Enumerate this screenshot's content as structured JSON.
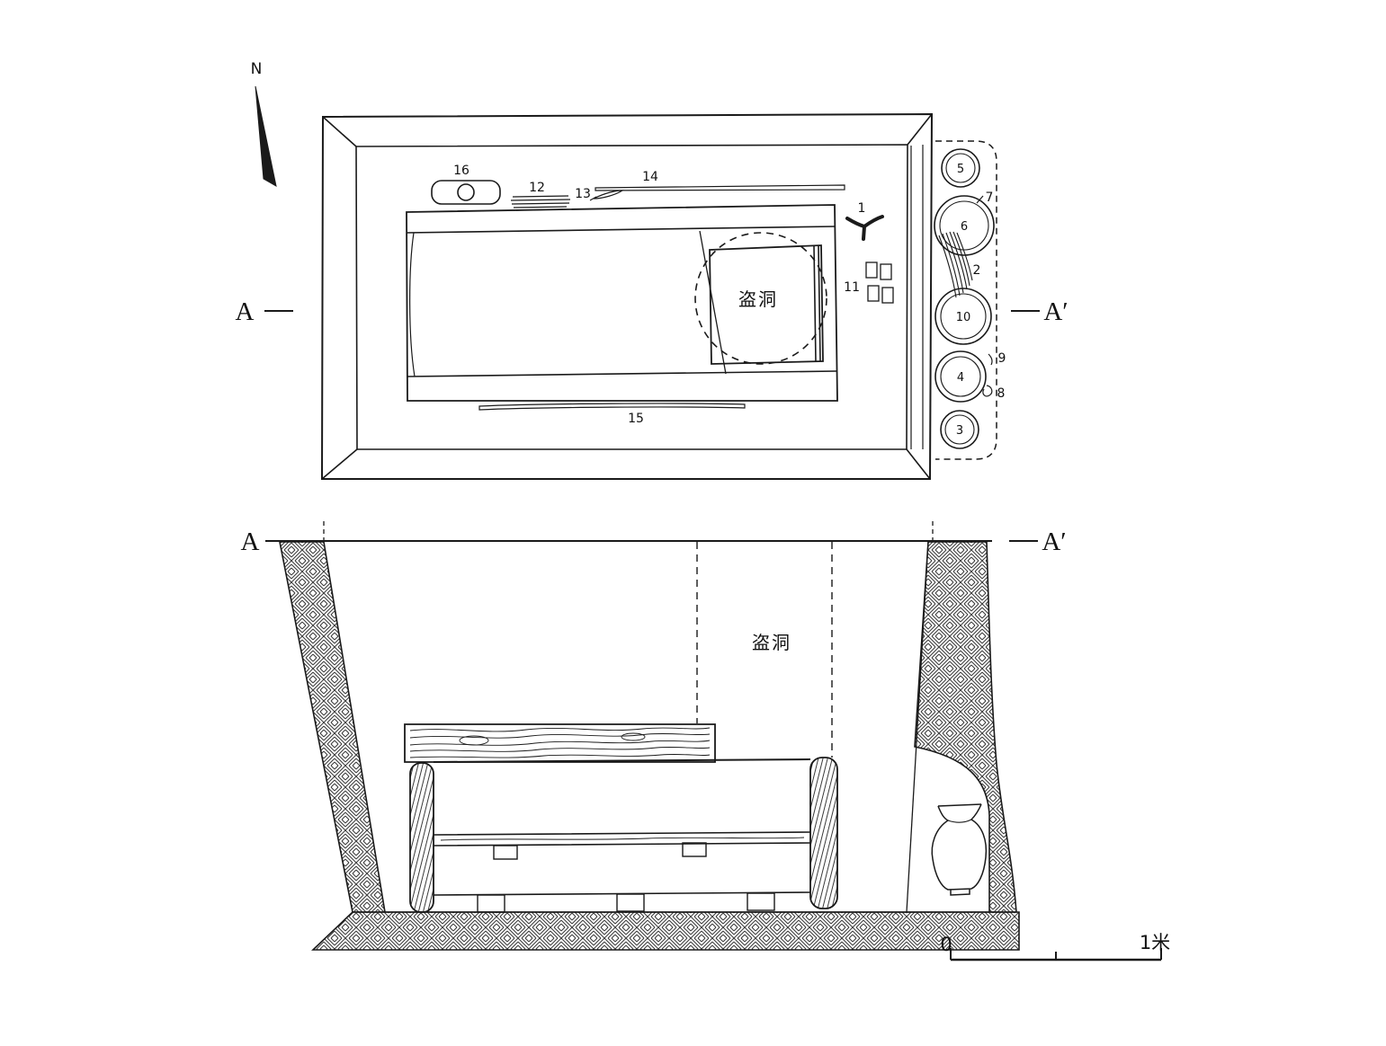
{
  "drawing": {
    "kind": "archaeological tomb plan and cross-section",
    "ink_color": "#1a1a1a",
    "background_color": "#ffffff"
  },
  "plan": {
    "north": "N",
    "marker_a": "A",
    "marker_a_prime": "A′",
    "robber_hole": "盗洞",
    "finds": {
      "f1": "1",
      "f2": "2",
      "f3": "3",
      "f4": "4",
      "f5": "5",
      "f6": "6",
      "f7": "7",
      "f8": "8",
      "f9": "9",
      "f10": "10",
      "f11": "11",
      "f12": "12",
      "f13": "13",
      "f14": "14",
      "f15": "15",
      "f16": "16"
    }
  },
  "section": {
    "marker_a": "A",
    "marker_a_prime": "A′",
    "robber_hole": "盗洞",
    "scale_zero": "0",
    "scale_unit": "1米"
  }
}
